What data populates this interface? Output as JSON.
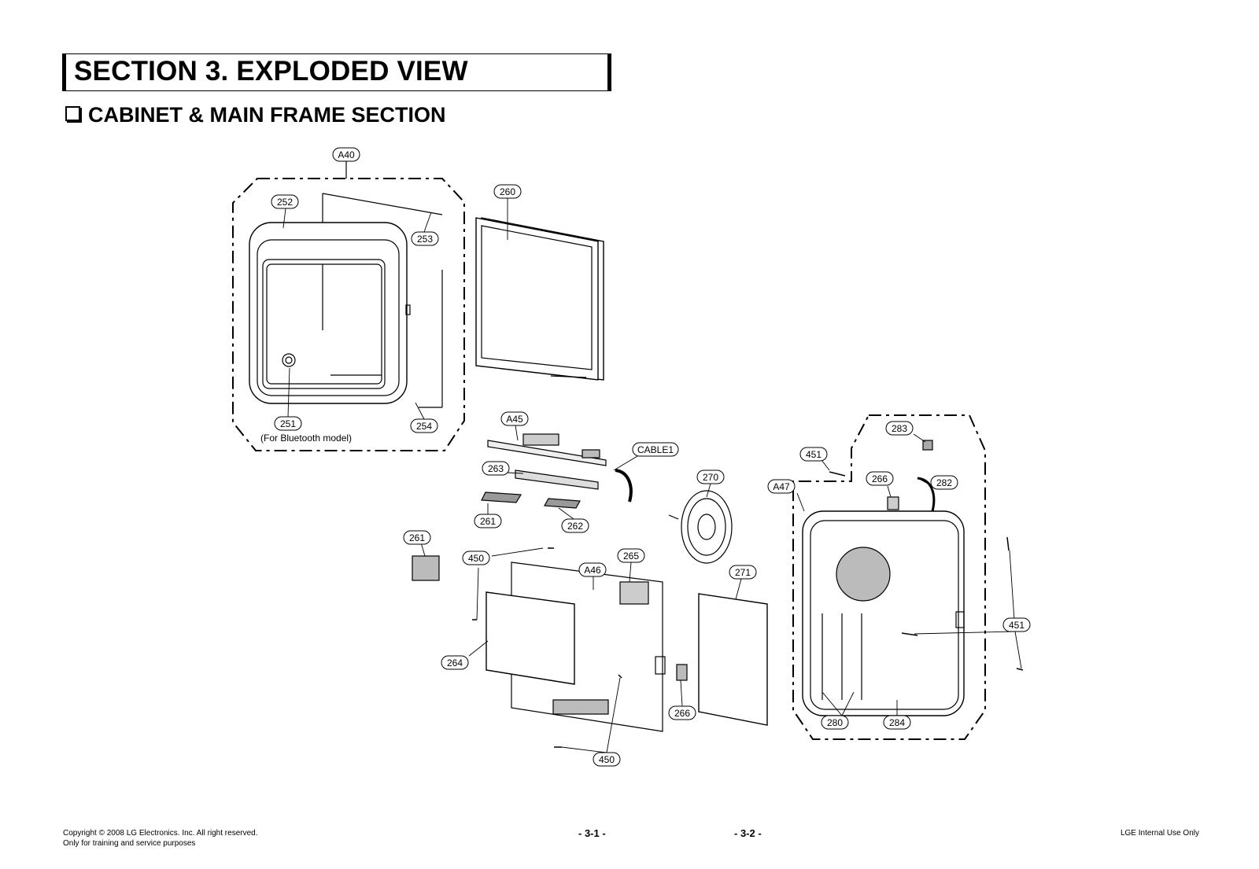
{
  "header": {
    "section_title": "SECTION 3. EXPLODED VIEW",
    "subsection_title": "CABINET & MAIN FRAME SECTION"
  },
  "diagram": {
    "labels": {
      "a40": "A40",
      "p252": "252",
      "p253": "253",
      "p260": "260",
      "p251": "251",
      "p254": "254",
      "a45": "A45",
      "cable1": "CABLE1",
      "p263": "263",
      "p261a": "261",
      "p262": "262",
      "p270": "270",
      "p261b": "261",
      "p450a": "450",
      "a46": "A46",
      "p265": "265",
      "p271": "271",
      "p264": "264",
      "p266a": "266",
      "p450b": "450",
      "p283": "283",
      "p451a": "451",
      "p266b": "266",
      "p282": "282",
      "a47": "A47",
      "p451b": "451",
      "p280": "280",
      "p284": "284"
    },
    "note_bluetooth": "(For Bluetooth model)"
  },
  "footer": {
    "copyright_line1": "Copyright © 2008 LG Electronics. Inc. All right reserved.",
    "copyright_line2": "Only for training and service purposes",
    "page_left": "- 3-1 -",
    "page_right": "- 3-2 -",
    "internal_use": "LGE Internal Use Only"
  }
}
